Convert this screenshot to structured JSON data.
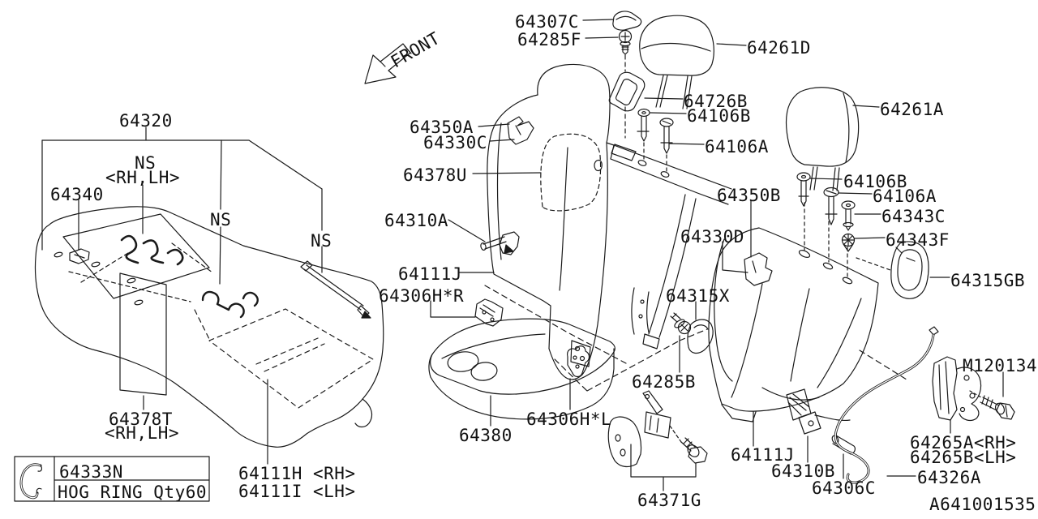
{
  "diagram": {
    "id": "A641001535",
    "front_indicator": "FRONT"
  },
  "legend": {
    "part_number": "64333N",
    "description": "HOG RING Qty60"
  },
  "labels": [
    {
      "part": "64320",
      "text": "64320"
    },
    {
      "part": "ns-1",
      "text": "NS"
    },
    {
      "part": "rh-lh-1",
      "text": "<RH,LH>"
    },
    {
      "part": "64340",
      "text": "64340"
    },
    {
      "part": "ns-2",
      "text": "NS"
    },
    {
      "part": "ns-3",
      "text": "NS"
    },
    {
      "part": "64307C",
      "text": "64307C"
    },
    {
      "part": "64285F",
      "text": "64285F"
    },
    {
      "part": "64261D",
      "text": "64261D"
    },
    {
      "part": "64726B",
      "text": "64726B"
    },
    {
      "part": "64106B-1",
      "text": "64106B"
    },
    {
      "part": "64106A-1",
      "text": "64106A"
    },
    {
      "part": "64261A",
      "text": "64261A"
    },
    {
      "part": "64350A",
      "text": "64350A"
    },
    {
      "part": "64330C",
      "text": "64330C"
    },
    {
      "part": "64378U",
      "text": "64378U"
    },
    {
      "part": "64310A",
      "text": "64310A"
    },
    {
      "part": "64111J-left",
      "text": "64111J"
    },
    {
      "part": "64306H-R",
      "text": "64306H*R"
    },
    {
      "part": "64350B",
      "text": "64350B"
    },
    {
      "part": "64330D",
      "text": "64330D"
    },
    {
      "part": "64106B-2",
      "text": "64106B"
    },
    {
      "part": "64106A-2",
      "text": "64106A"
    },
    {
      "part": "64343C",
      "text": "64343C"
    },
    {
      "part": "64343F",
      "text": "64343F"
    },
    {
      "part": "64315GB",
      "text": "64315GB"
    },
    {
      "part": "64315X",
      "text": "64315X"
    },
    {
      "part": "64285B",
      "text": "64285B"
    },
    {
      "part": "64306H-L",
      "text": "64306H*L"
    },
    {
      "part": "64371G",
      "text": "64371G"
    },
    {
      "part": "64380",
      "text": "64380"
    },
    {
      "part": "64111J-right",
      "text": "64111J"
    },
    {
      "part": "64310B",
      "text": "64310B"
    },
    {
      "part": "64306C",
      "text": "64306C"
    },
    {
      "part": "64326A",
      "text": "64326A"
    },
    {
      "part": "M120134",
      "text": "M120134"
    },
    {
      "part": "64265A",
      "text": "64265A<RH>"
    },
    {
      "part": "64265B",
      "text": "64265B<LH>"
    },
    {
      "part": "64378T",
      "text": "64378T"
    },
    {
      "part": "rh-lh-2",
      "text": "<RH,LH>"
    },
    {
      "part": "64111H",
      "text": "64111H <RH>"
    },
    {
      "part": "64111I",
      "text": "64111I <LH>"
    }
  ]
}
